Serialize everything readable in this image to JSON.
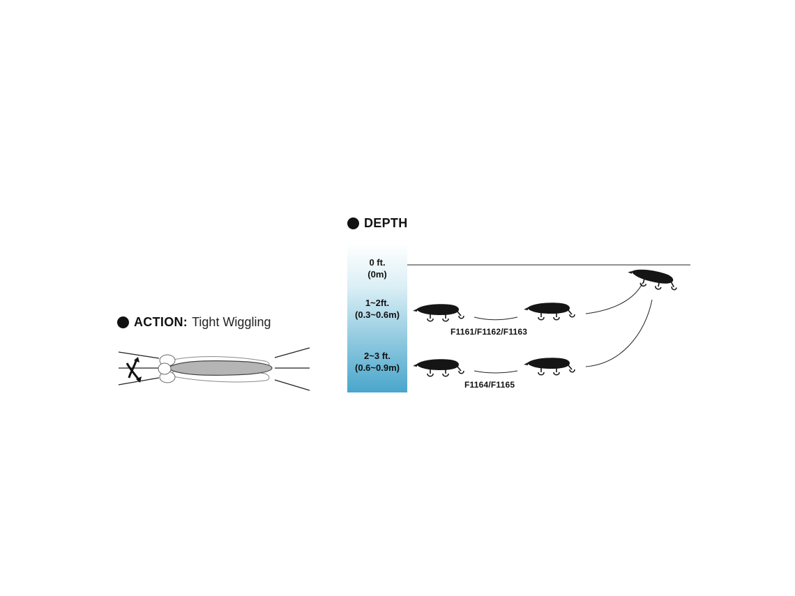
{
  "action": {
    "label": "ACTION:",
    "value": "Tight Wiggling"
  },
  "depth": {
    "label": "DEPTH",
    "levels": [
      {
        "ft": "0 ft.",
        "m": "(0m)"
      },
      {
        "ft": "1~2ft.",
        "m": "(0.3~0.6m)"
      },
      {
        "ft": "2~3 ft.",
        "m": "(0.6~0.9m)"
      }
    ],
    "models": {
      "shallow": "F1161/F1162/F1163",
      "deep": "F1164/F1165"
    }
  },
  "colors": {
    "gauge_top": "#ffffff",
    "gauge_bottom": "#49a6cc",
    "lure": "#151515",
    "lure_body_action": "#b5b5b5"
  },
  "icons": [
    "bullet-dot-icon",
    "swing-arrows-icon",
    "lure-icon"
  ]
}
